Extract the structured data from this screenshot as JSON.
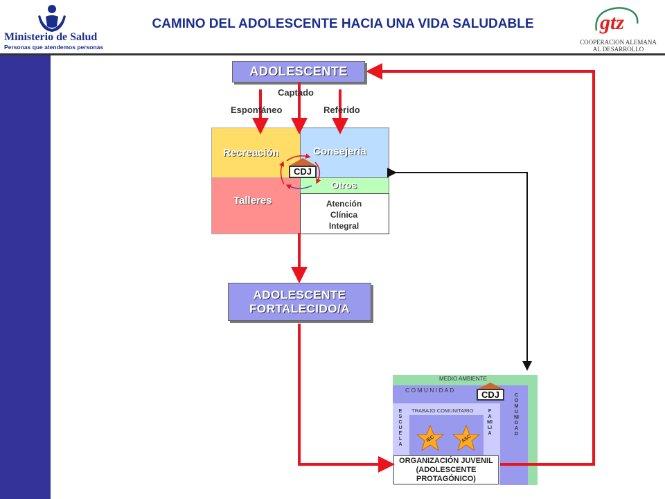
{
  "header": {
    "title": "CAMINO DEL ADOLESCENTE HACIA UNA VIDA SALUDABLE",
    "left_logo": {
      "name": "Ministerio de Salud",
      "tagline": "Personas que atendemos personas",
      "icon": "person-silhouette-icon"
    },
    "right_logo": {
      "mark": "gtz",
      "line1": "COOPERACION ALEMANA",
      "line2": "AL DESARROLLO"
    }
  },
  "flow": {
    "start": "ADOLESCENTE",
    "entry_labels": {
      "captado": "Captado",
      "espontaneo": "Espontáneo",
      "referido": "Referido"
    },
    "quadrants": {
      "recreacion": "Recreación",
      "consejeria": "Consejería",
      "talleres": "Talleres",
      "otros": "Otros",
      "atencion": [
        "Atención",
        "Clínica",
        "Integral"
      ]
    },
    "center_badge": "CDJ",
    "result": [
      "ADOLESCENTE",
      "FORTALECIDO/A"
    ]
  },
  "environment": {
    "medio_ambiente": "MEDIO AMBIENTE",
    "comunidad_h": "C O M U N I D A D",
    "badge": "CDJ",
    "comunidad_v": "COMUNIDAD",
    "escuela_v": "ESCUELA",
    "familia_v": "FAMILIA",
    "trabajo": "TRABAJO COMUNITARIO",
    "stars": [
      "IEC",
      "ASC"
    ],
    "organizacion": [
      "ORGANIZACIÓN JUVENIL",
      "(ADOLESCENTE",
      "PROTAGÓNICO)"
    ]
  },
  "colors": {
    "arrow": "#e8141e",
    "title": "#1a2e8c",
    "sidebar": "#333399",
    "box": "#9999ee",
    "recreacion": "#ffdd66",
    "consejeria": "#bbddff",
    "talleres": "#ff8f8f",
    "otros": "#bbffbb",
    "star": "#ffaa22"
  }
}
